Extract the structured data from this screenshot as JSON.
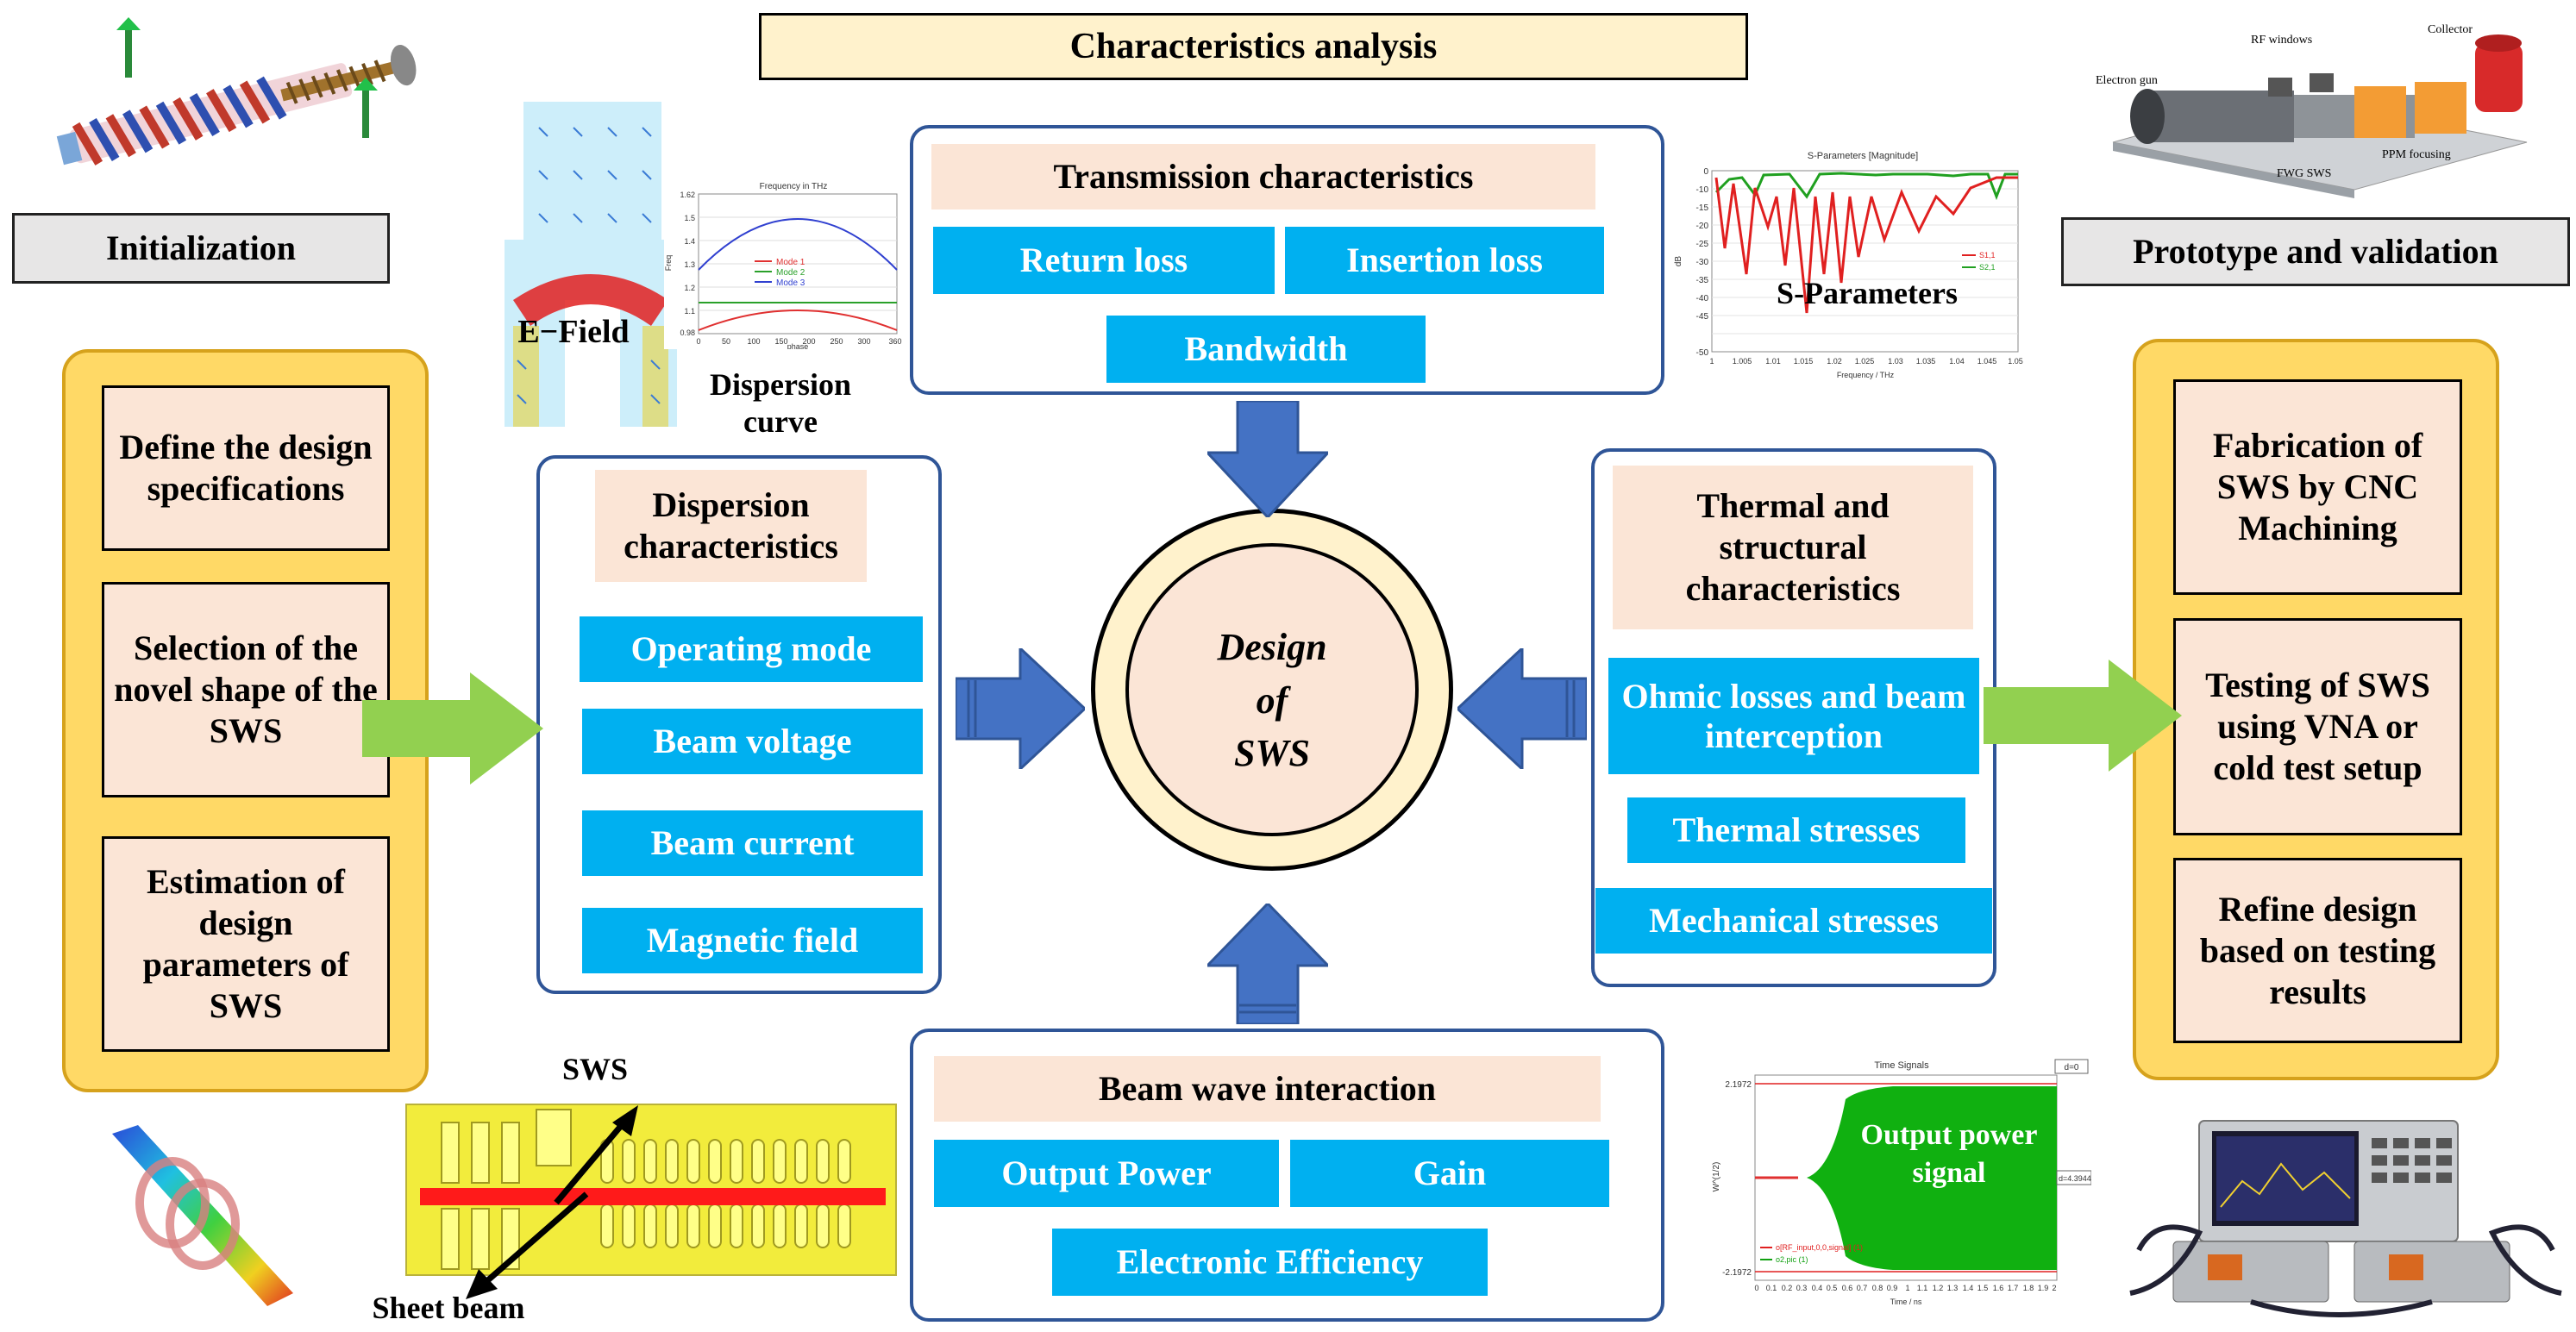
{
  "header": {
    "title": "Characteristics analysis"
  },
  "initialization": {
    "label": "Initialization",
    "steps": [
      "Define the design specifications",
      "Selection of the novel shape of the SWS",
      "Estimation of design parameters of SWS"
    ]
  },
  "prototype": {
    "label": "Prototype and validation",
    "steps": [
      "Fabrication of SWS by CNC Machining",
      "Testing of SWS using VNA or cold test setup",
      "Refine design based on testing results"
    ]
  },
  "center": {
    "line1": "Design",
    "line2": "of",
    "line3": "SWS"
  },
  "transmission": {
    "title": "Transmission characteristics",
    "items": [
      "Return loss",
      "Insertion loss",
      "Bandwidth"
    ]
  },
  "dispersion": {
    "title": "Dispersion characteristics",
    "items": [
      "Operating mode",
      "Beam voltage",
      "Beam current",
      "Magnetic field"
    ]
  },
  "thermal": {
    "title": "Thermal and structural characteristics",
    "items": [
      "Ohmic losses and beam interception",
      "Thermal stresses",
      "Mechanical stresses"
    ]
  },
  "interaction": {
    "title": "Beam wave interaction",
    "items": [
      "Output Power",
      "Gain",
      "Electronic Efficiency"
    ]
  },
  "figures": {
    "efield": "E−Field",
    "dispersion_curve": "Dispersion curve",
    "dispersion_plot": {
      "title": "Frequency in THz",
      "yaxis": "Freq",
      "xaxis": "phase",
      "yticks": [
        "1.62",
        "1.5",
        "1.4",
        "1.3",
        "1.2",
        "1.1",
        "0.98"
      ],
      "xticks": [
        "0",
        "50",
        "100",
        "150",
        "200",
        "250",
        "300",
        "360"
      ],
      "legend": [
        "Mode 1",
        "Mode 2",
        "Mode 3"
      ]
    },
    "sparam_label": "S-Parameters",
    "sparam_plot": {
      "title": "S-Parameters [Magnitude]",
      "yaxis": "dB",
      "xaxis": "Frequency / THz",
      "yticks": [
        "0",
        "-10",
        "-15",
        "-20",
        "-25",
        "-30",
        "-35",
        "-40",
        "-45",
        "-50"
      ],
      "xticks": [
        "1",
        "1.005",
        "1.01",
        "1.015",
        "1.02",
        "1.025",
        "1.03",
        "1.035",
        "1.04",
        "1.045",
        "1.05"
      ],
      "legend": [
        "S1,1",
        "S2,1"
      ]
    },
    "sws_label": "SWS",
    "sheet_beam_label": "Sheet beam",
    "output_signal_label": "Output power signal",
    "time_plot": {
      "title": "Time Signals",
      "yaxis": "W^(1/2)",
      "xaxis": "Time / ns",
      "yticks": [
        "2.1972",
        "-2.1972"
      ],
      "xticks": [
        "0",
        "0.1",
        "0.2",
        "0.3",
        "0.4",
        "0.5",
        "0.6",
        "0.7",
        "0.8",
        "0.9",
        "1",
        "1.1",
        "1.2",
        "1.3",
        "1.4",
        "1.5",
        "1.6",
        "1.7",
        "1.8",
        "1.9",
        "2"
      ],
      "legend": [
        "o[RF_input,0,0,signal] (1)",
        "o2,pic (1)"
      ],
      "corner_label": "d=0",
      "side_label": "d=4.3944"
    },
    "prototype_labels": [
      "Collector",
      "RF windows",
      "Electron gun",
      "PPM focusing",
      "FWG SWS"
    ]
  },
  "colors": {
    "pill": "#00b0f0",
    "peach": "#fbe5d6",
    "gold": "#ffd966",
    "frame": "#2f5597",
    "arrow_blue": "#4472c4",
    "arrow_green": "#92d050"
  }
}
